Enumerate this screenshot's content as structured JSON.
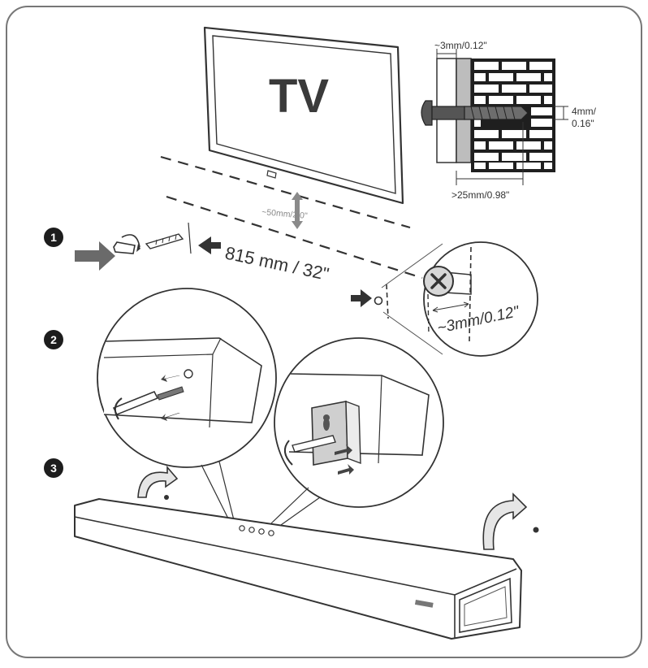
{
  "tv": {
    "label": "TV"
  },
  "gap": {
    "label": "~50mm/2.0\""
  },
  "span": {
    "label": "815 mm / 32\""
  },
  "wall_detail": {
    "top": "~3mm/0.12\"",
    "diameter_line1": "4mm/",
    "diameter_line2": "0.16\"",
    "depth": ">25mm/0.98\""
  },
  "screw_detail": {
    "label": "~3mm/0.12\""
  },
  "steps": [
    {
      "number": "1"
    },
    {
      "number": "2"
    },
    {
      "number": "3"
    }
  ],
  "colors": {
    "stroke": "#2b2b2b",
    "arrow": "#555555",
    "brick_mortar": "#ffffff",
    "plate": "#bdbdbd"
  }
}
